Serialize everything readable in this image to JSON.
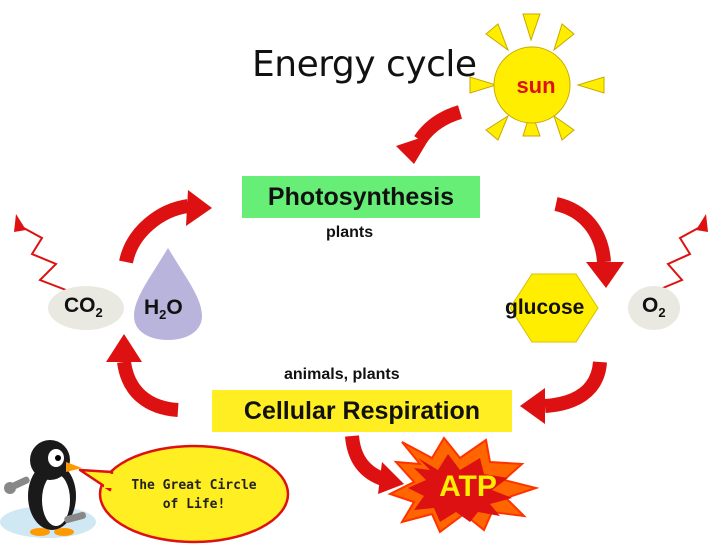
{
  "title": "Energy cycle",
  "sun": {
    "label": "sun",
    "color": "#ffee00"
  },
  "photosynthesis": {
    "label": "Photosynthesis",
    "sublabel": "plants",
    "color": "#66ee77"
  },
  "respiration": {
    "label": "Cellular Respiration",
    "sublabel": "animals, plants",
    "color": "#ffee22"
  },
  "molecules": {
    "co2": {
      "main": "CO",
      "sub": "2"
    },
    "h2o": {
      "pre": "H",
      "sub": "2",
      "post": "O"
    },
    "glucose": {
      "label": "glucose"
    },
    "o2": {
      "main": "O",
      "sub": "2"
    }
  },
  "atp": {
    "label": "ATP",
    "color": "#ff6600"
  },
  "speech_bubble": {
    "line1": "The Great Circle",
    "line2": "of Life!"
  },
  "arrow_color": "#dd1111",
  "icons": [
    "sun-icon",
    "water-drop-icon",
    "hexagon-icon",
    "penguin-icon",
    "starburst-icon",
    "zigzag-arrow-icon"
  ]
}
